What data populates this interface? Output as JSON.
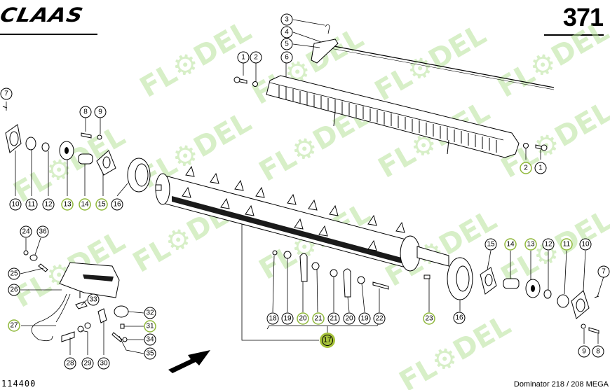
{
  "header": {
    "brand": "CLAAS",
    "page_number": "371"
  },
  "footer": {
    "document_number": "114400",
    "model": "Dominator 218 / 208 MEGA"
  },
  "watermark": {
    "text": "FL⚙DEL",
    "color": "#b7e39a"
  },
  "colors": {
    "highlight_callout": "#a6c23a",
    "highlight_outline": "#8fb83a"
  },
  "callouts": {
    "top": [
      {
        "id": "c3",
        "label": "3"
      },
      {
        "id": "c4",
        "label": "4"
      },
      {
        "id": "c5",
        "label": "5"
      },
      {
        "id": "c6",
        "label": "6"
      },
      {
        "id": "c1a",
        "label": "1"
      },
      {
        "id": "c2a",
        "label": "2"
      },
      {
        "id": "c2b",
        "label": "2"
      },
      {
        "id": "c1b",
        "label": "1"
      }
    ],
    "left_bearing": [
      {
        "label": "7"
      },
      {
        "label": "8"
      },
      {
        "label": "9"
      },
      {
        "label": "10"
      },
      {
        "label": "11"
      },
      {
        "label": "12"
      },
      {
        "label": "13"
      },
      {
        "label": "14"
      },
      {
        "label": "15"
      },
      {
        "label": "16"
      }
    ],
    "right_bearing": [
      {
        "label": "15"
      },
      {
        "label": "14"
      },
      {
        "label": "13"
      },
      {
        "label": "12"
      },
      {
        "label": "11"
      },
      {
        "label": "10"
      },
      {
        "label": "7"
      },
      {
        "label": "16"
      },
      {
        "label": "9"
      },
      {
        "label": "8"
      }
    ],
    "knife_set": [
      {
        "label": "18"
      },
      {
        "label": "19"
      },
      {
        "label": "20"
      },
      {
        "label": "21"
      },
      {
        "label": "21"
      },
      {
        "label": "20"
      },
      {
        "label": "19"
      },
      {
        "label": "22"
      },
      {
        "label": "23"
      },
      {
        "label": "17"
      }
    ],
    "sensor": [
      {
        "label": "24"
      },
      {
        "label": "36"
      },
      {
        "label": "25"
      },
      {
        "label": "26"
      },
      {
        "label": "27"
      },
      {
        "label": "33"
      },
      {
        "label": "32"
      },
      {
        "label": "31"
      },
      {
        "label": "34"
      },
      {
        "label": "35"
      },
      {
        "label": "28"
      },
      {
        "label": "29"
      },
      {
        "label": "30"
      }
    ]
  }
}
